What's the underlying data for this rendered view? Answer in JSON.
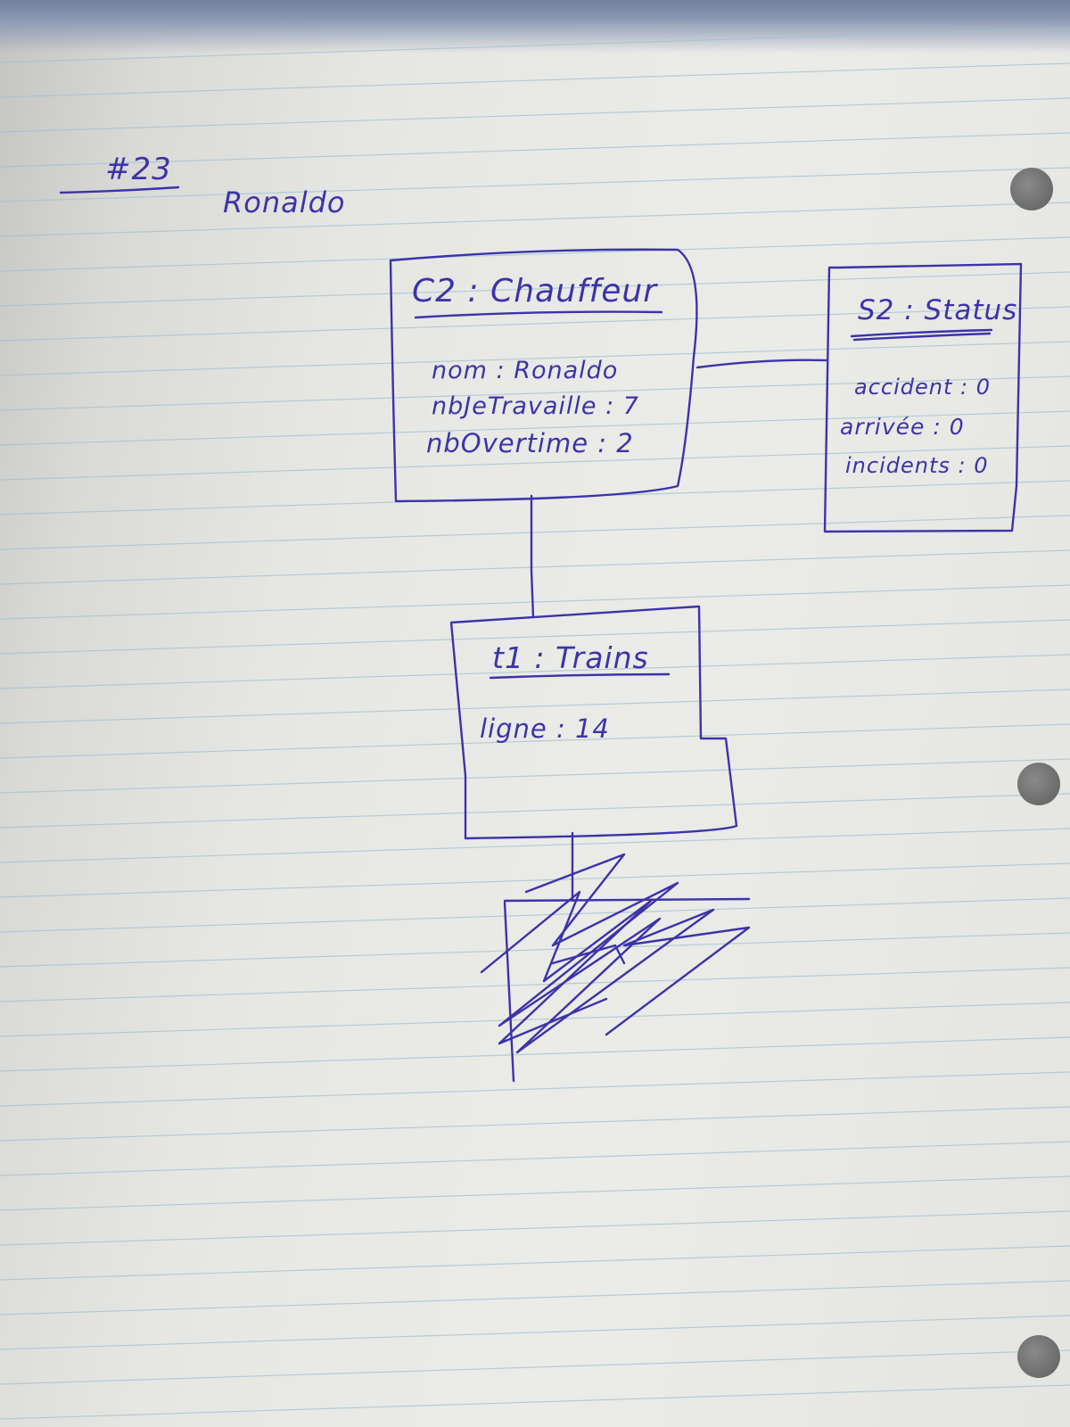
{
  "header": {
    "number": "#23",
    "name": "Ronaldo"
  },
  "boxes": {
    "chauffeur": {
      "title": "C2 : Chauffeur",
      "attributes": [
        "nom : Ronaldo",
        "nbJeTravaille : 7",
        "nbOvertime : 2"
      ]
    },
    "status": {
      "title": "S2 : Status",
      "attributes": [
        "accident : 0",
        "arrivée : 0",
        "incidents : 0"
      ]
    },
    "train": {
      "title": "t1 : Trains",
      "attributes": [
        "ligne : 14"
      ]
    }
  },
  "colors": {
    "ink": "#3d33a8",
    "paper": "#e8e8e5",
    "rule_line": "#9ec3cf"
  },
  "icons": {
    "signature": "signature-scribble",
    "punch_holes": "punch-hole"
  }
}
